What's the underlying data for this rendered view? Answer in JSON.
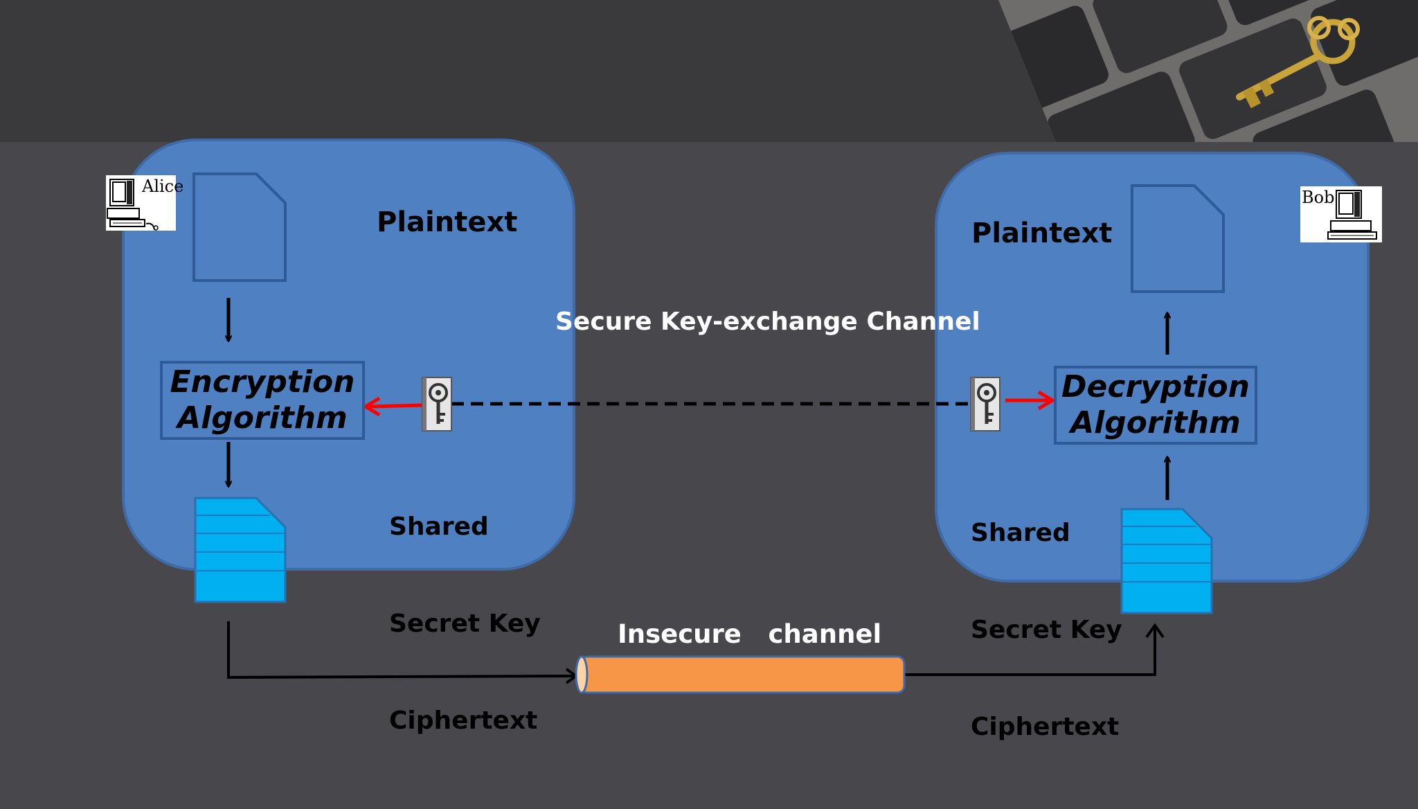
{
  "alice": {
    "name": "Alice",
    "plaintext": "Plaintext",
    "algorithm": [
      "Encryption",
      "Algorithm"
    ],
    "key_lines": [
      "Shared",
      "Secret Key",
      "Ciphertext"
    ]
  },
  "bob": {
    "name": "Bob",
    "plaintext": "Plaintext",
    "algorithm": [
      "Decryption",
      "Algorithm"
    ],
    "key_lines": [
      "Shared",
      "Secret Key",
      "Ciphertext"
    ]
  },
  "channels": {
    "secure": "Secure Key-exchange Channel",
    "insecure": "Insecure   channel"
  },
  "colors": {
    "background": "#48474b",
    "header_band": "#3a393c",
    "panel": "#4f80c1",
    "panel_border": "#3f6ba8",
    "ciphertext": "#00b0f0",
    "pipe": "#f79646",
    "key_arrow": "#ff0000"
  }
}
